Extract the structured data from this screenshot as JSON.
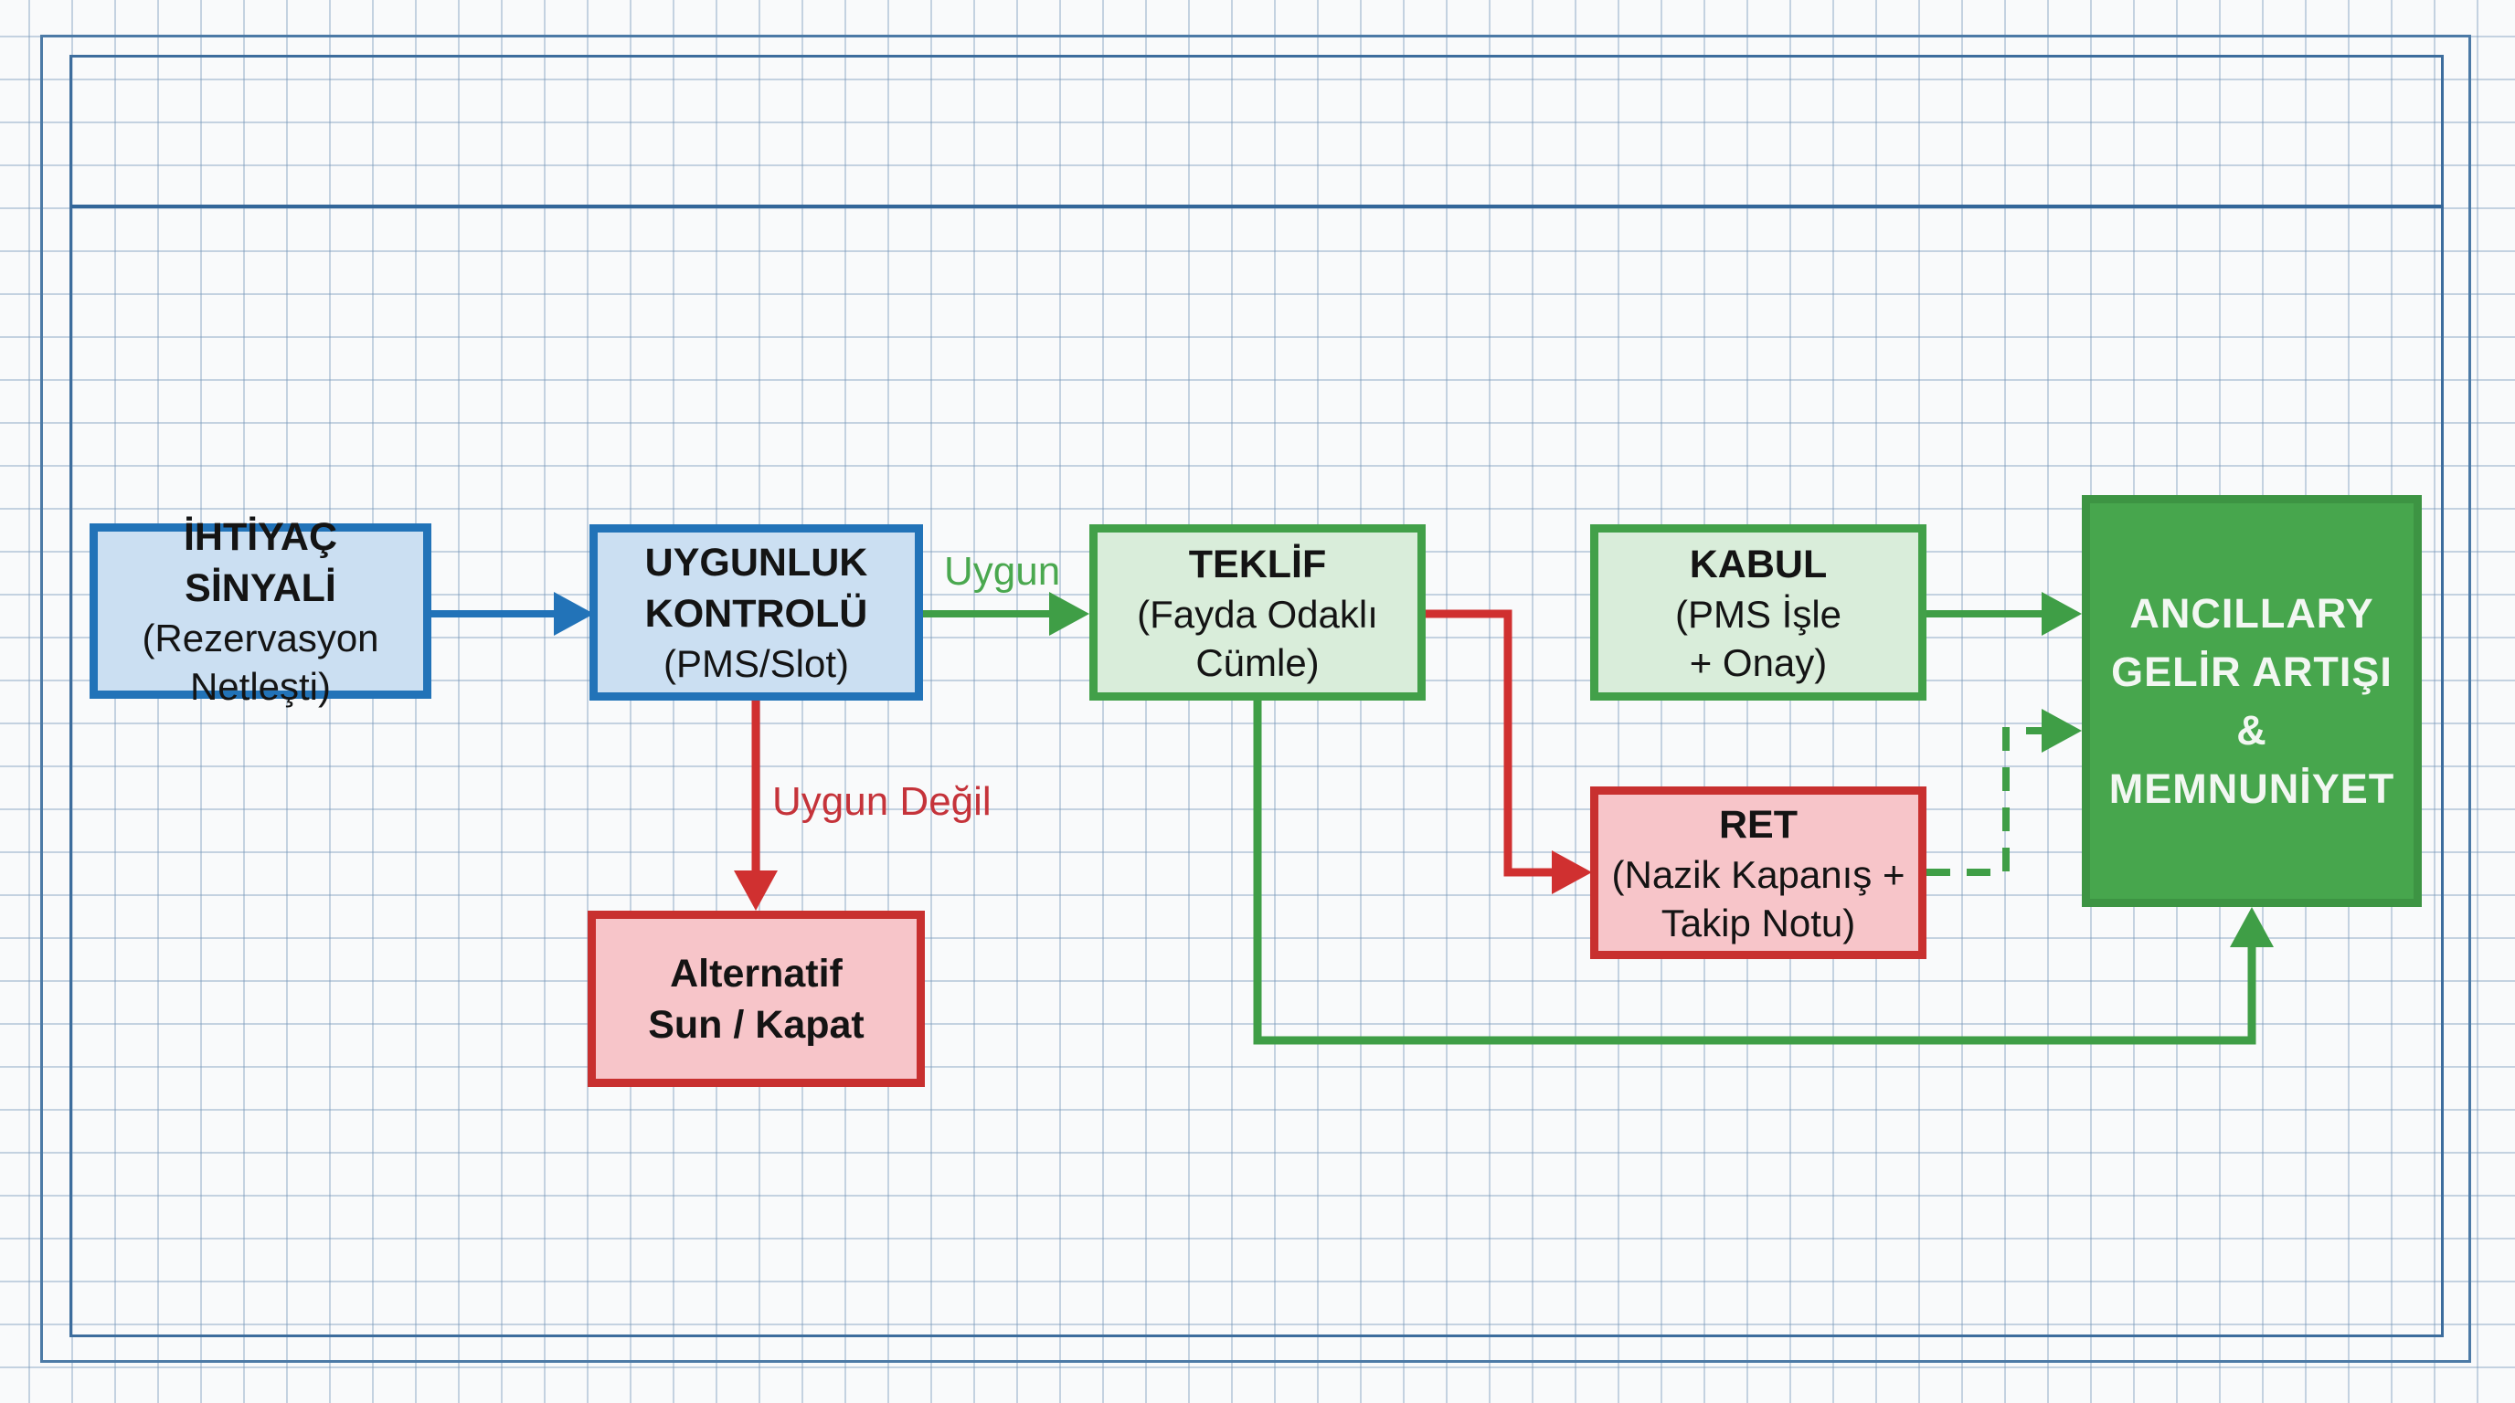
{
  "diagram": {
    "nodes": {
      "need_signal": {
        "title": "İHTİYAÇ SİNYALİ",
        "sub1": "(Rezervasyon",
        "sub2": "Netleşti)"
      },
      "eligibility_check": {
        "title1": "UYGUNLUK",
        "title2": "KONTROLÜ",
        "sub1": "(PMS/Slot)"
      },
      "offer": {
        "title": "TEKLİF",
        "sub1": "(Fayda Odaklı",
        "sub2": "Cümle)"
      },
      "accept": {
        "title": "KABUL",
        "sub1": "(PMS İşle",
        "sub2": "+ Onay)"
      },
      "outcome": {
        "line1": "ANCILLARY",
        "line2": "GELİR ARTIŞI",
        "line3": "&",
        "line4": "MEMNUNİYET"
      },
      "reject": {
        "title": "RET",
        "sub1": "(Nazik Kapanış +",
        "sub2": "Takip Notu)"
      },
      "alternative": {
        "title1": "Alternatif",
        "title2": "Sun / Kapat"
      }
    },
    "edge_labels": {
      "eligible": "Uygun",
      "not_eligible": "Uygun Değil"
    },
    "colors": {
      "blue_border": "#2273b8",
      "blue_fill": "#cbdff2",
      "green_border": "#42a049",
      "green_fill": "#d9edda",
      "outcome_fill": "#47a64d",
      "red_border": "#c8302f",
      "red_fill": "#f7c5c9",
      "arrow_blue": "#2273b8",
      "arrow_green": "#3f9e46",
      "arrow_red": "#d03030",
      "label_green": "#4aa84f",
      "label_red": "#c5333a",
      "grid_line": "#7696b8",
      "frame_blue": "#3d6d9d"
    }
  }
}
